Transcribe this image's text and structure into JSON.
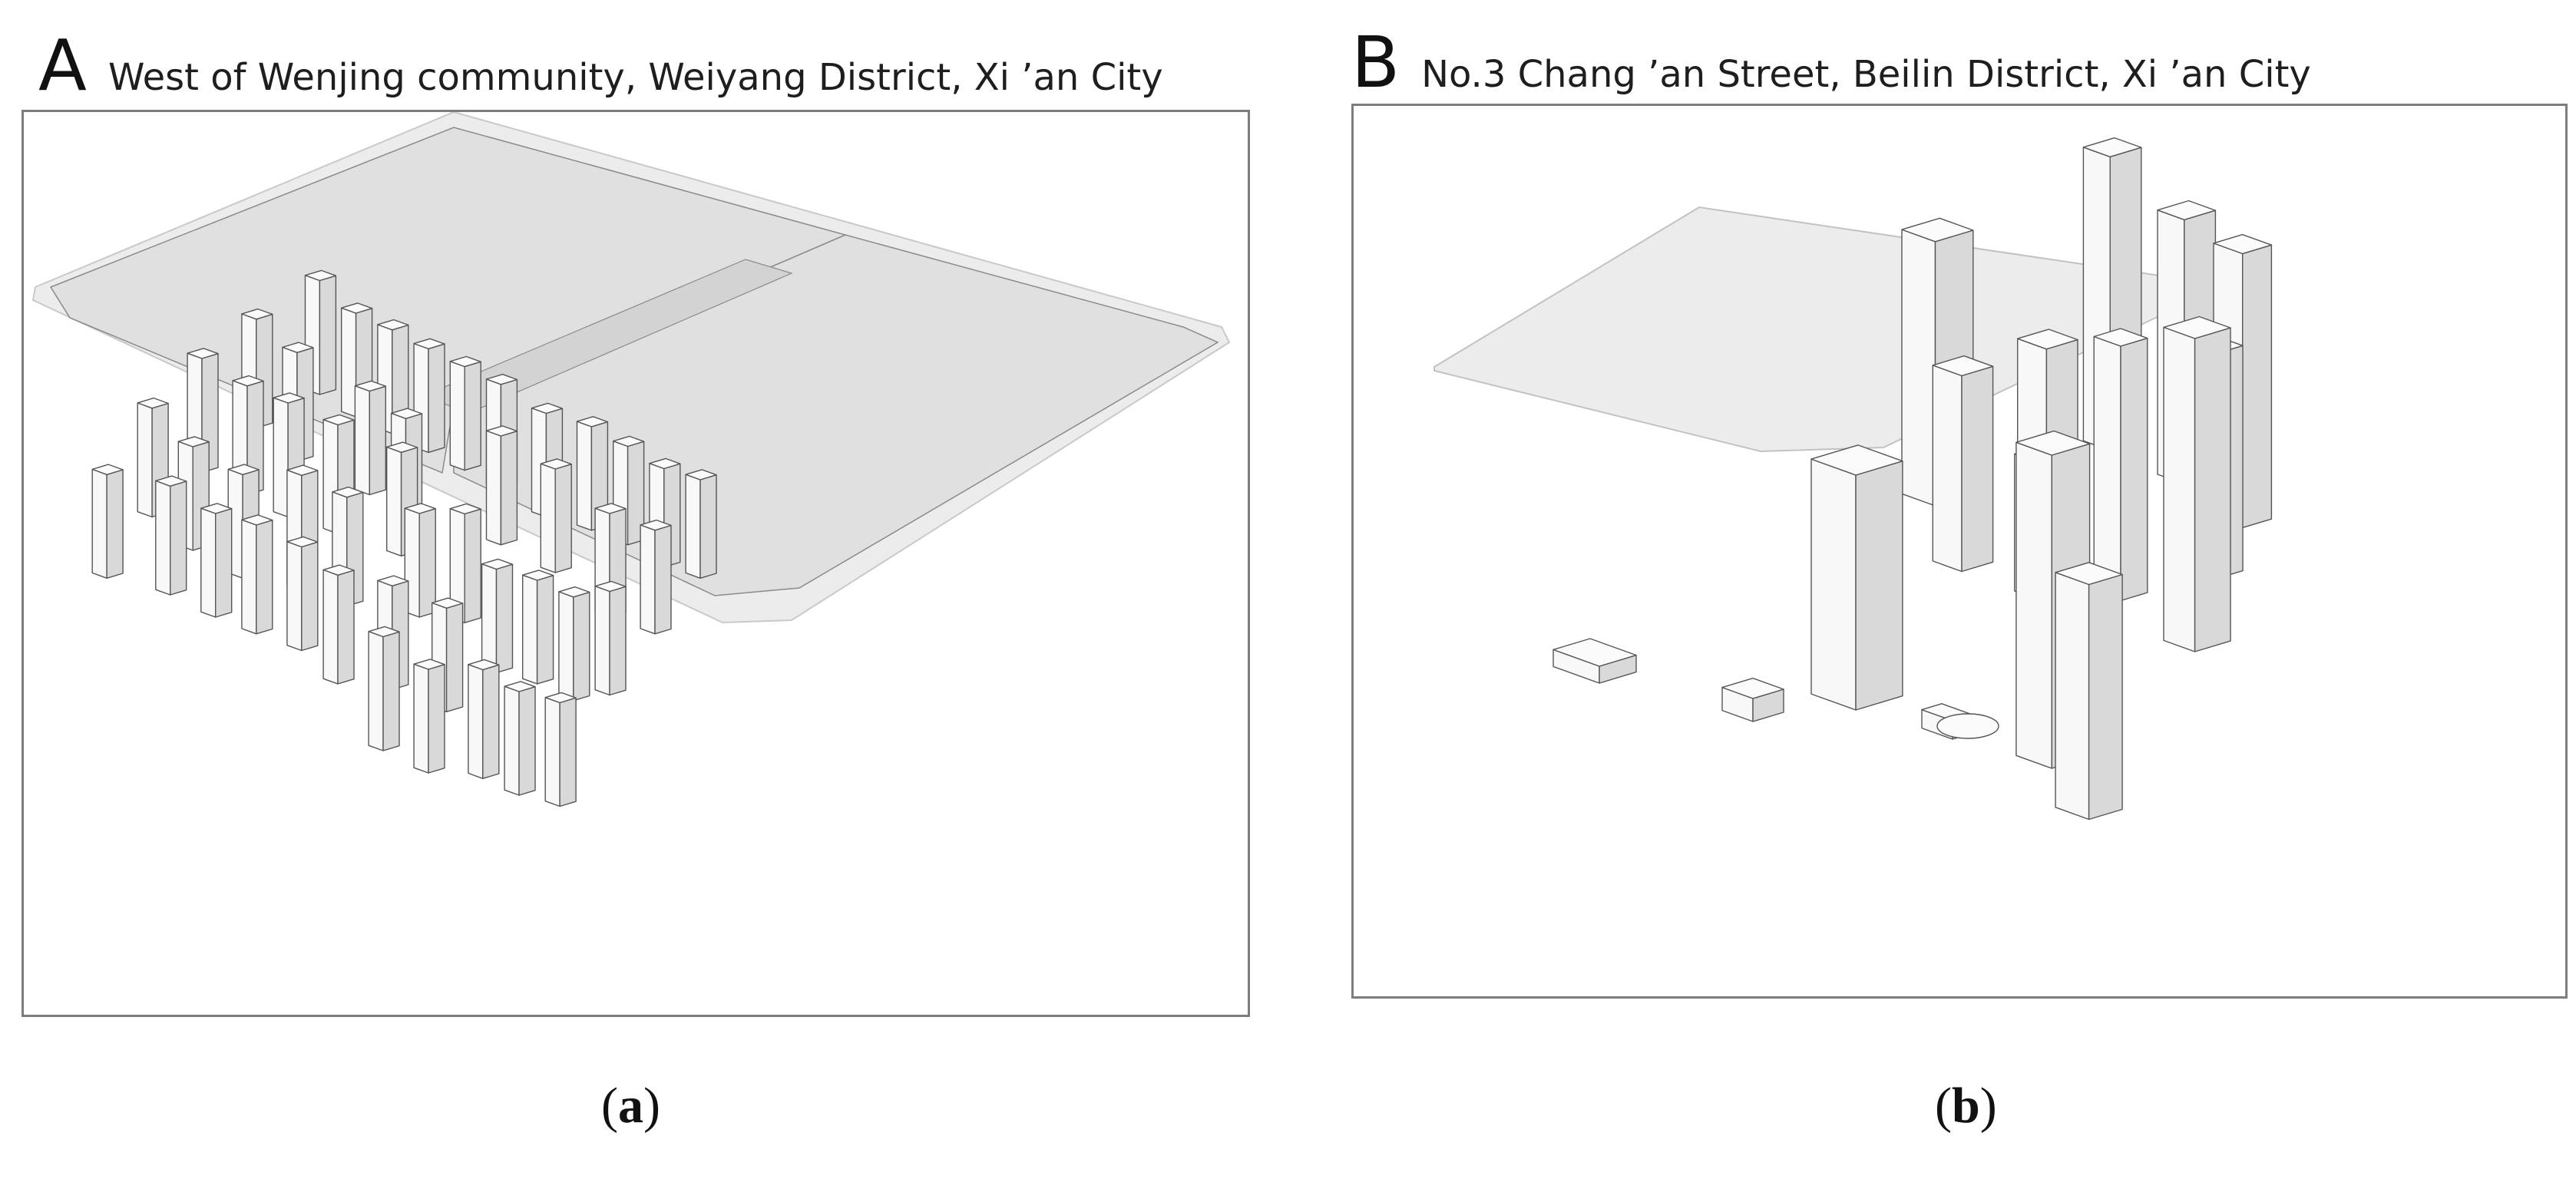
{
  "panel_a": {
    "letter": "A",
    "title": "West of Wenjing community, Weiyang District, Xi ’an City",
    "caption_letter": "a"
  },
  "panel_b": {
    "letter": "B",
    "title": "No.3 Chang ’an Street, Beilin District, Xi ’an City",
    "caption_letter": "b"
  },
  "colors": {
    "ground": "#ececec",
    "podium": "#e0e0e0",
    "face_left": "#f8f8f8",
    "face_right": "#d9d9d9",
    "roof": "#fbfbfb",
    "edge": "#555555",
    "frame": "#7d7d7d"
  }
}
